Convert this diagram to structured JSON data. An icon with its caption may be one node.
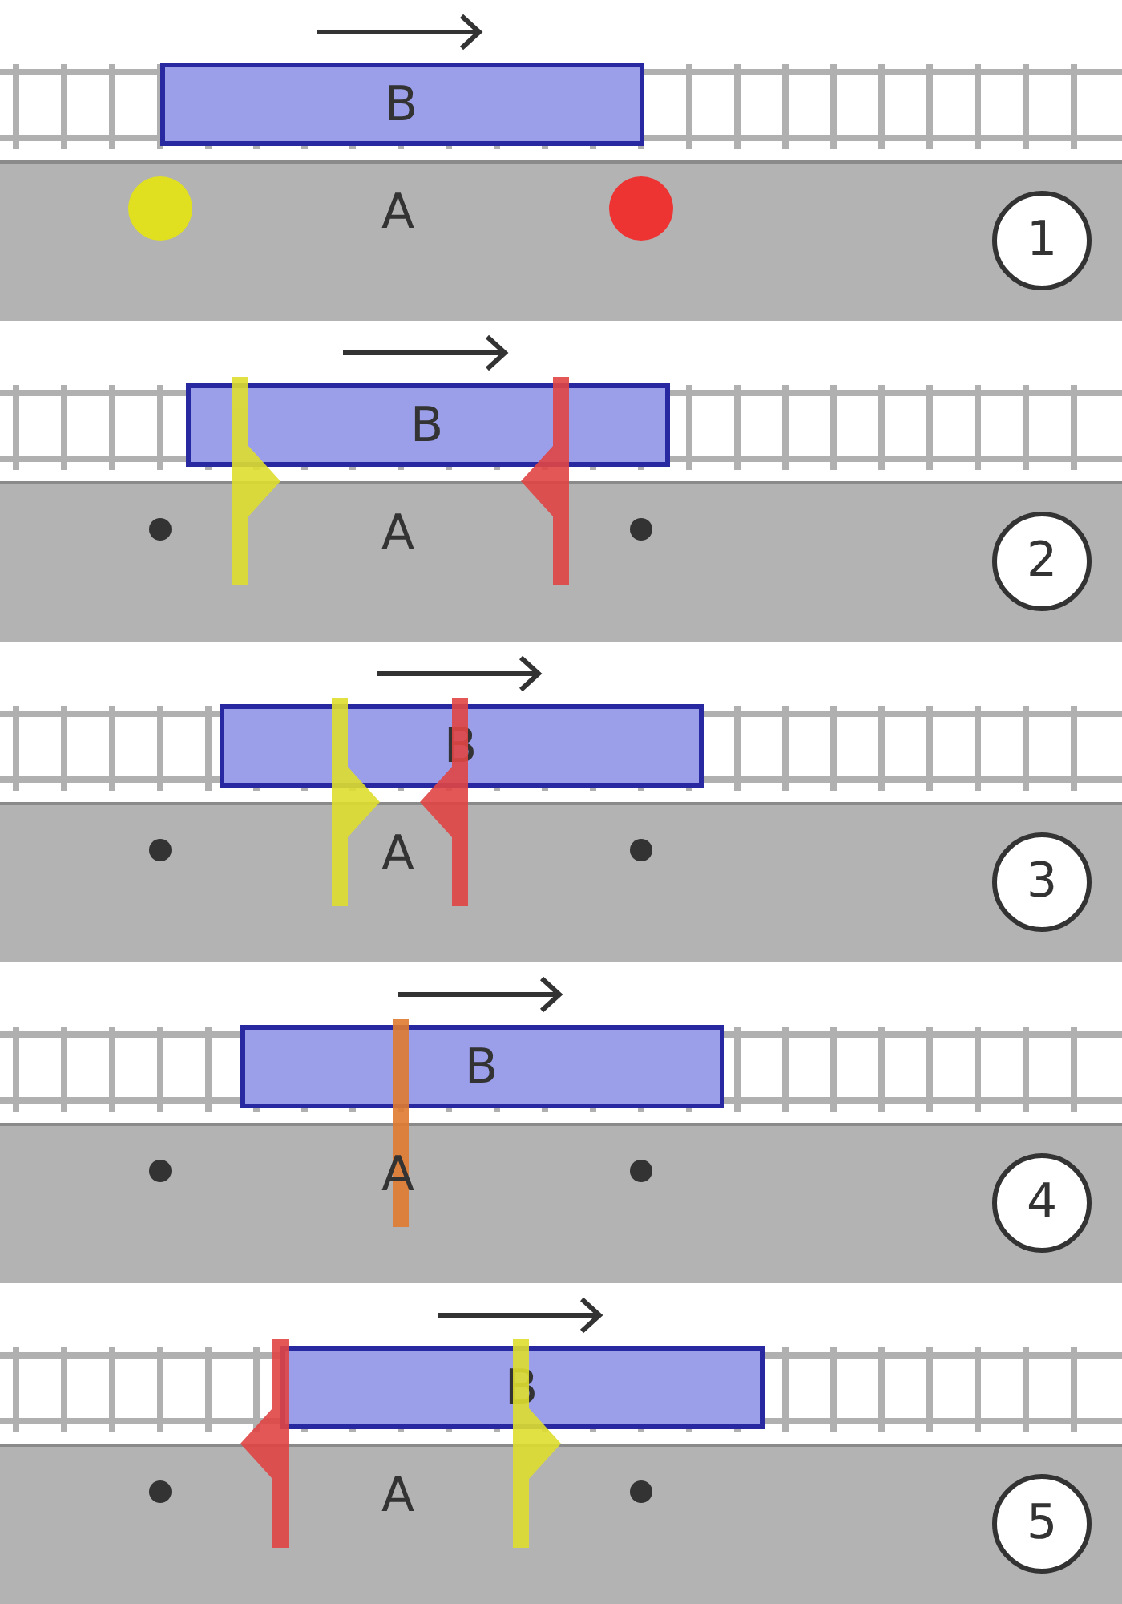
{
  "diagram": {
    "nodes": [
      {
        "text": [
          "B"
        ]
      },
      {
        "text": [
          "A"
        ]
      },
      {
        "text": [
          "1"
        ],
        "in": 1
      },
      {
        "text": [
          "B"
        ]
      },
      {
        "text": [
          "A"
        ]
      },
      {
        "text": [
          "2"
        ],
        "in": 4
      },
      {
        "text": [
          "B"
        ]
      },
      {
        "text": [
          "A"
        ]
      },
      {
        "text": [
          "3"
        ],
        "in": 7
      },
      {
        "text": [
          "B"
        ]
      },
      {
        "text": [
          "A"
        ]
      },
      {
        "text": [
          "4"
        ],
        "in": 10
      },
      {
        "text": [
          "B"
        ]
      },
      {
        "text": [
          "A"
        ]
      },
      {
        "text": [
          "5"
        ],
        "in": 13
      }
    ]
  }
}
